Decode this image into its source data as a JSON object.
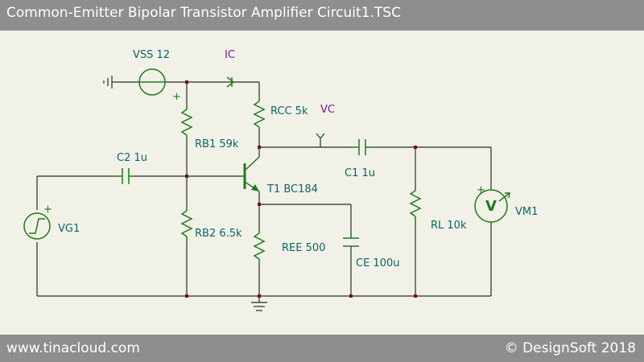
{
  "header": {
    "title": "Common-Emitter Bipolar Transistor Amplifier Circuit1.TSC"
  },
  "footer": {
    "website": "www.tinacloud.com",
    "copyright": "© DesignSoft 2018"
  },
  "components": {
    "vss": "VSS 12",
    "vss_sign": "+",
    "ic_probe": "IC",
    "rcc": "RCC 5k",
    "vc_probe": "VC",
    "rb1": "RB1 59k",
    "c2": "C2 1u",
    "c1": "C1 1u",
    "t1": "T1 BC184",
    "vg1": "VG1",
    "vg1_sign": "+",
    "rb2": "RB2 6.5k",
    "ree": "REE 500",
    "ce": "CE 100u",
    "rl": "RL 10k",
    "vm1": "VM1",
    "vm1_symbol": "V",
    "vm1_sign": "+"
  },
  "colors": {
    "component": "#1e7a1e",
    "label": "#0a6666",
    "probe_label": "#7a1a8a",
    "wire": "#2b2b2b",
    "node": "#7a1010",
    "bars": "#8e8e8e",
    "background": "#f1f1e7"
  }
}
